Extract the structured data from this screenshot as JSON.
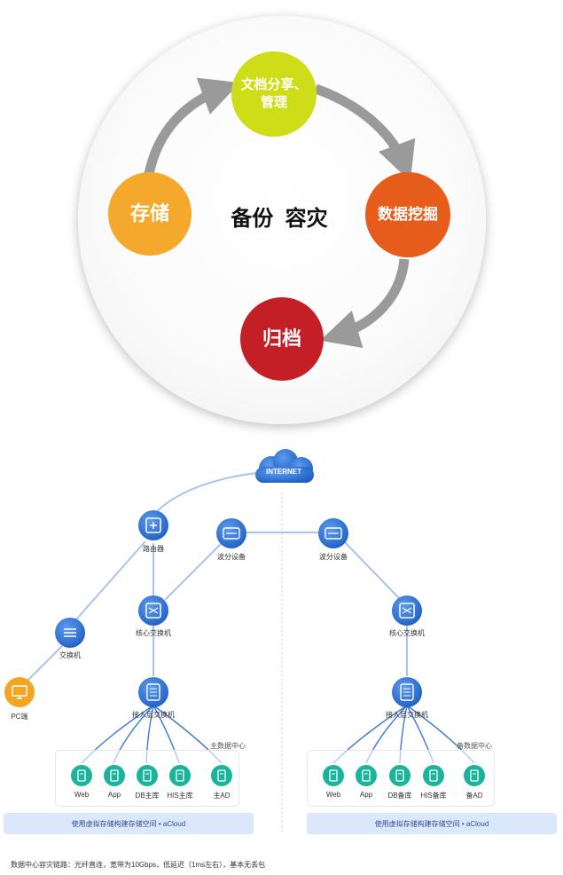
{
  "cycle": {
    "nodes": {
      "share": "文档分享、管理",
      "storage": "存储",
      "mining": "数据挖掘",
      "archive": "归档"
    },
    "center_text": "备份  容灾",
    "colors": {
      "share": "#cfdc18",
      "storage": "#f4a92d",
      "mining": "#e65d1b",
      "archive": "#c41f27",
      "arrow": "#9a9a9a"
    }
  },
  "network": {
    "internet": "INTERNET",
    "router": "路由器",
    "wdm_left": "波分设备",
    "wdm_right": "波分设备",
    "core_left": "核心交换机",
    "core_right": "核心交换机",
    "switch": "交换机",
    "pc": "PC端",
    "access_left": "接入层交换机",
    "access_right": "接入层交换机",
    "main_dc": "主数据中心",
    "backup_dc": "备数据中心",
    "servers_main": [
      "Web",
      "App",
      "DB主库",
      "HIS主库",
      "主AD"
    ],
    "servers_backup": [
      "Web",
      "App",
      "DB备库",
      "HIS备库",
      "备AD"
    ],
    "storage_main": "使用虚拟存储构建存储空间  •  aCloud",
    "storage_backup": "使用虚拟存储构建存储空间  •  aCloud",
    "icon_names": [
      "cloud-icon",
      "router-icon",
      "wdm-icon",
      "switch-icon",
      "monitor-icon",
      "server-icon"
    ],
    "colors": {
      "device_blue": "#2f6fd1",
      "server_teal": "#1bb39b",
      "pc_orange": "#f3a521",
      "link": "#a9c3ec"
    }
  },
  "caption": "数据中心容灾链路：光纤直连，宽带为10Gbps，低延迟（1ms左右），基本无丢包"
}
